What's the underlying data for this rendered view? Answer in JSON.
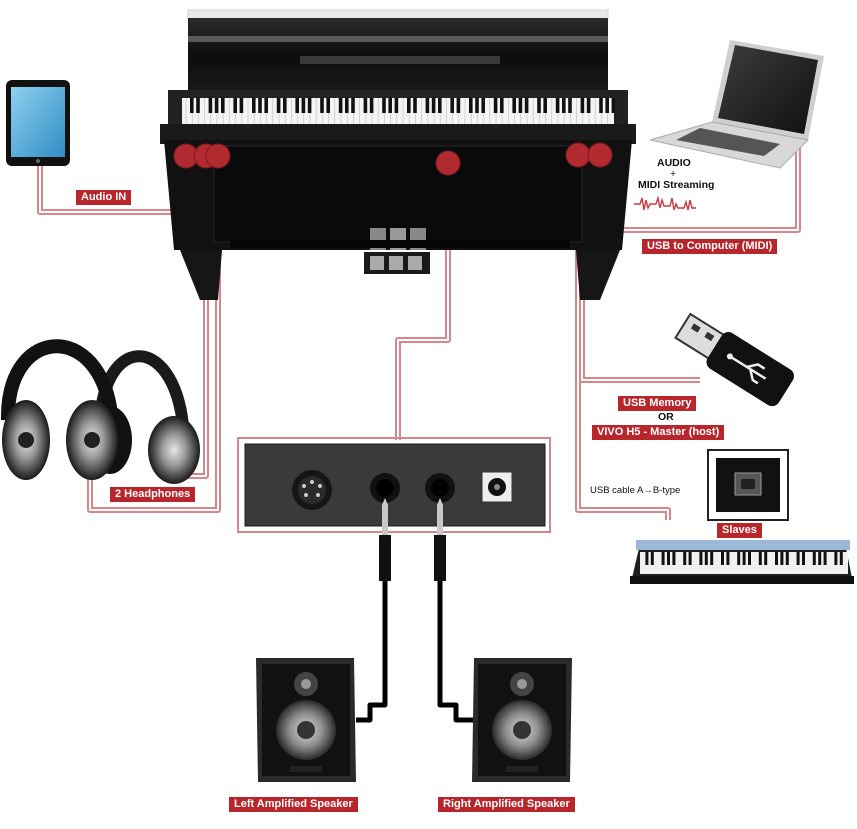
{
  "colors": {
    "label_bg": "#b8262b",
    "cable_outline": "#d9868a",
    "jack_dot": "#b02a2f",
    "piano_body": "#151515",
    "panel": "#3a3a3a"
  },
  "labels": {
    "audio_in": "Audio IN",
    "usb_computer": "USB to Computer (MIDI)",
    "headphones": "2 Headphones",
    "usb_memory": "USB Memory",
    "or": "OR",
    "vivo_h5": "VIVO H5 - Master (host)",
    "usb_cable": "USB cable A→B-type",
    "slaves": "Slaves",
    "left_speaker": "Left Amplified Speaker",
    "right_speaker": "Right Amplified Speaker",
    "audio": "AUDIO",
    "plus": "+",
    "midi_streaming": "MIDI Streaming"
  },
  "devices": {
    "piano": "digital-piano",
    "tablet": "tablet-icon",
    "laptop": "laptop-icon",
    "headphones": "headphones-icon",
    "usb_stick": "usb-stick-icon",
    "keyboard": "midi-keyboard-icon",
    "speaker": "speaker-icon"
  }
}
